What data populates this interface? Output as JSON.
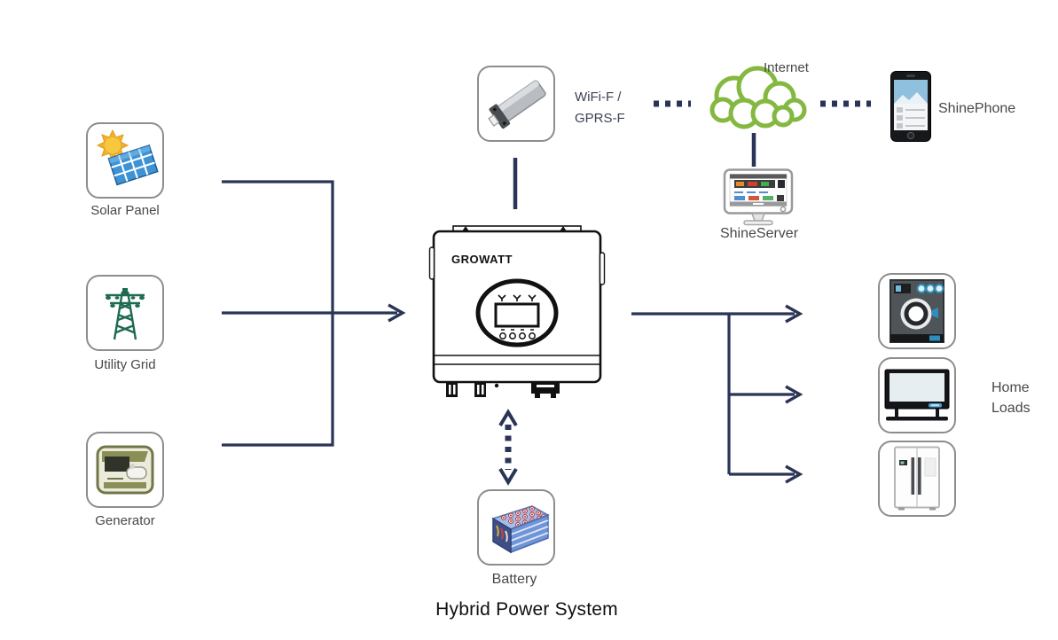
{
  "title": "Hybrid Power System",
  "colors": {
    "connector_line": "#2a3457",
    "cloud_green": "#84b840",
    "box_border": "#8d8d8d",
    "label_text": "#484848",
    "accent_blue": "#3a9bd0"
  },
  "nodes": {
    "solar_panel": {
      "label": "Solar Panel",
      "icon": "solar-panel-icon"
    },
    "utility_grid": {
      "label": "Utility Grid",
      "icon": "utility-grid-icon"
    },
    "generator": {
      "label": "Generator",
      "icon": "generator-icon"
    },
    "wifi_module": {
      "label_line1": "WiFi-F /",
      "label_line2": "GPRS-F",
      "icon": "wifi-gprs-dongle-icon"
    },
    "internet": {
      "label": "Internet",
      "icon": "cloud-icon"
    },
    "shinephone": {
      "label": "ShinePhone",
      "icon": "smartphone-icon"
    },
    "shineserver": {
      "label": "ShineServer",
      "icon": "monitor-icon"
    },
    "inverter": {
      "brand": "GROWATT",
      "icon": "hybrid-inverter-icon"
    },
    "home_loads": {
      "label_line1": "Home",
      "label_line2": "Loads",
      "icons": [
        "washing-machine-icon",
        "tv-icon",
        "refrigerator-icon"
      ]
    },
    "battery": {
      "label": "Battery",
      "icon": "battery-pack-icon"
    }
  },
  "connections": [
    {
      "from": "solar-panel",
      "to": "inverter",
      "style": "solid"
    },
    {
      "from": "utility-grid",
      "to": "inverter",
      "style": "solid-arrow"
    },
    {
      "from": "generator",
      "to": "inverter",
      "style": "solid"
    },
    {
      "from": "wifi-module",
      "to": "inverter",
      "style": "solid"
    },
    {
      "from": "wifi-module",
      "to": "internet",
      "style": "dotted"
    },
    {
      "from": "internet",
      "to": "shinephone",
      "style": "dotted"
    },
    {
      "from": "internet",
      "to": "shineserver",
      "style": "solid"
    },
    {
      "from": "inverter",
      "to": "washing-machine",
      "style": "solid-arrow"
    },
    {
      "from": "inverter",
      "to": "tv",
      "style": "solid-arrow"
    },
    {
      "from": "inverter",
      "to": "refrigerator",
      "style": "solid-arrow"
    },
    {
      "from": "inverter",
      "to": "battery",
      "style": "dotted-double-arrow"
    }
  ]
}
